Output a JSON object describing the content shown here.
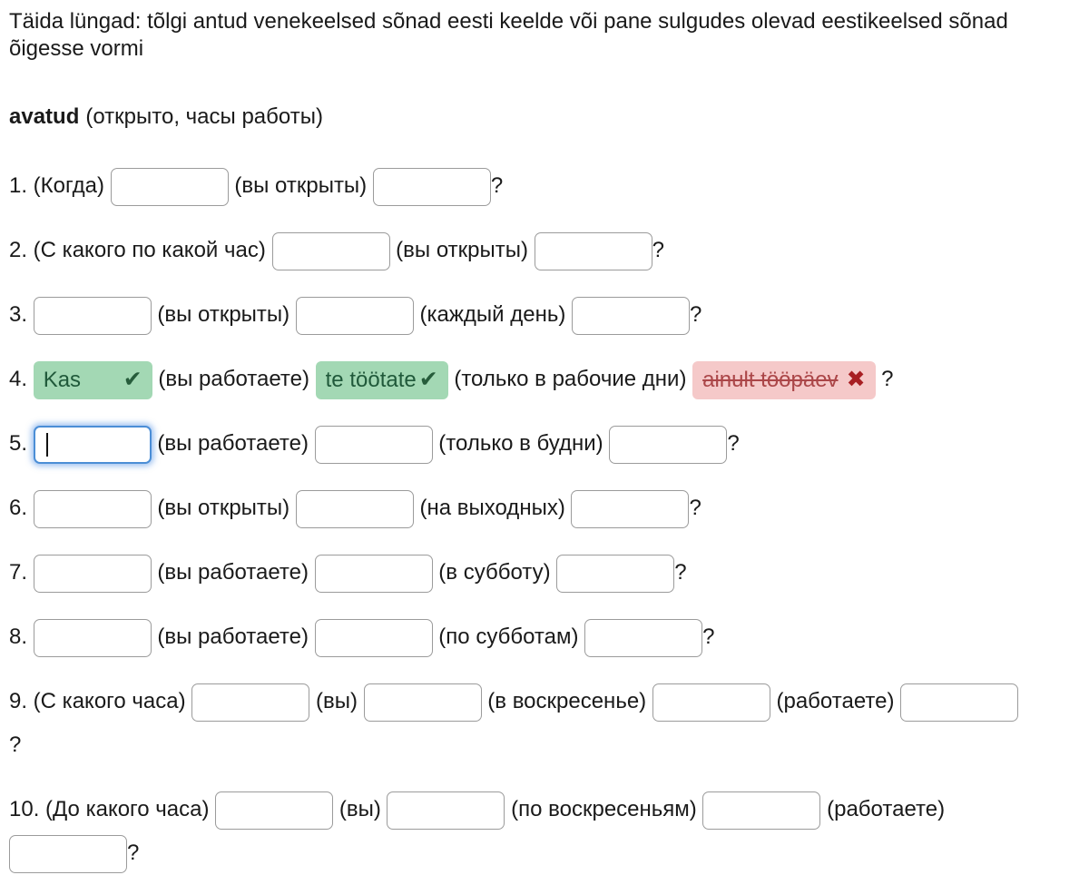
{
  "title": "Täida lüngad: tõlgi antud venekeelsed sõnad eesti keelde või pane sulgudes olevad eestikeelsed sõnad õigesse vormi",
  "word": {
    "term": "avatud",
    "note": "(открыто, часы работы)"
  },
  "icons": {
    "check": "✔",
    "cross": "✖"
  },
  "colors": {
    "correct_bg": "#a3d8b4",
    "correct_text": "#20593a",
    "correct_icon": "#265c3b",
    "wrong_bg": "#f5c9c9",
    "wrong_text": "#ab4648",
    "wrong_icon": "#a81f23",
    "focus_border": "#4b8ed6",
    "focus_glow": "rgba(77,142,228,0.55)",
    "input_border": "#9b9b9b",
    "text": "#1a1a1a"
  },
  "rows": [
    {
      "segments": [
        {
          "type": "text",
          "text": "1. (Когда) "
        },
        {
          "type": "input"
        },
        {
          "type": "text",
          "text": " (вы открыты) "
        },
        {
          "type": "input"
        },
        {
          "type": "text",
          "text": "?"
        }
      ]
    },
    {
      "segments": [
        {
          "type": "text",
          "text": "2. (С какого по какой час) "
        },
        {
          "type": "input"
        },
        {
          "type": "text",
          "text": " (вы открыты) "
        },
        {
          "type": "input"
        },
        {
          "type": "text",
          "text": "?"
        }
      ]
    },
    {
      "segments": [
        {
          "type": "text",
          "text": "3. "
        },
        {
          "type": "input"
        },
        {
          "type": "text",
          "text": " (вы открыты) "
        },
        {
          "type": "input"
        },
        {
          "type": "text",
          "text": " (каждый день) "
        },
        {
          "type": "input"
        },
        {
          "type": "text",
          "text": "?"
        }
      ]
    },
    {
      "segments": [
        {
          "type": "text",
          "text": "4. "
        },
        {
          "type": "correct",
          "text": "Kas",
          "spread": true
        },
        {
          "type": "text",
          "text": " (вы работаете) "
        },
        {
          "type": "correct",
          "text": "te töötate"
        },
        {
          "type": "text",
          "text": " (только в рабочие дни) "
        },
        {
          "type": "wrong",
          "text": "ainult tööpäev"
        },
        {
          "type": "text",
          "text": " ?"
        }
      ]
    },
    {
      "segments": [
        {
          "type": "text",
          "text": "5. "
        },
        {
          "type": "input",
          "focused": true
        },
        {
          "type": "text",
          "text": " (вы работаете) "
        },
        {
          "type": "input"
        },
        {
          "type": "text",
          "text": " (только в будни) "
        },
        {
          "type": "input"
        },
        {
          "type": "text",
          "text": "?"
        }
      ]
    },
    {
      "segments": [
        {
          "type": "text",
          "text": "6. "
        },
        {
          "type": "input"
        },
        {
          "type": "text",
          "text": " (вы открыты) "
        },
        {
          "type": "input"
        },
        {
          "type": "text",
          "text": " (на выходных) "
        },
        {
          "type": "input"
        },
        {
          "type": "text",
          "text": "?"
        }
      ]
    },
    {
      "segments": [
        {
          "type": "text",
          "text": "7. "
        },
        {
          "type": "input"
        },
        {
          "type": "text",
          "text": " (вы работаете) "
        },
        {
          "type": "input"
        },
        {
          "type": "text",
          "text": " (в субботу) "
        },
        {
          "type": "input"
        },
        {
          "type": "text",
          "text": "?"
        }
      ]
    },
    {
      "segments": [
        {
          "type": "text",
          "text": "8. "
        },
        {
          "type": "input"
        },
        {
          "type": "text",
          "text": " (вы работаете) "
        },
        {
          "type": "input"
        },
        {
          "type": "text",
          "text": " (по субботам) "
        },
        {
          "type": "input"
        },
        {
          "type": "text",
          "text": "?"
        }
      ]
    },
    {
      "segments": [
        {
          "type": "text",
          "text": "9. (С какого часа) "
        },
        {
          "type": "input"
        },
        {
          "type": "text",
          "text": " (вы) "
        },
        {
          "type": "input"
        },
        {
          "type": "text",
          "text": " (в воскресенье) "
        },
        {
          "type": "input"
        },
        {
          "type": "text",
          "text": " (работаете) "
        },
        {
          "type": "input"
        },
        {
          "type": "break"
        },
        {
          "type": "text",
          "text": "?"
        }
      ]
    },
    {
      "segments": [
        {
          "type": "text",
          "text": "10. (До какого часа) "
        },
        {
          "type": "input"
        },
        {
          "type": "text",
          "text": " (вы) "
        },
        {
          "type": "input"
        },
        {
          "type": "text",
          "text": " (по воскресеньям) "
        },
        {
          "type": "input"
        },
        {
          "type": "text",
          "text": " (работаете) "
        },
        {
          "type": "break"
        },
        {
          "type": "input"
        },
        {
          "type": "text",
          "text": "?"
        }
      ]
    }
  ]
}
